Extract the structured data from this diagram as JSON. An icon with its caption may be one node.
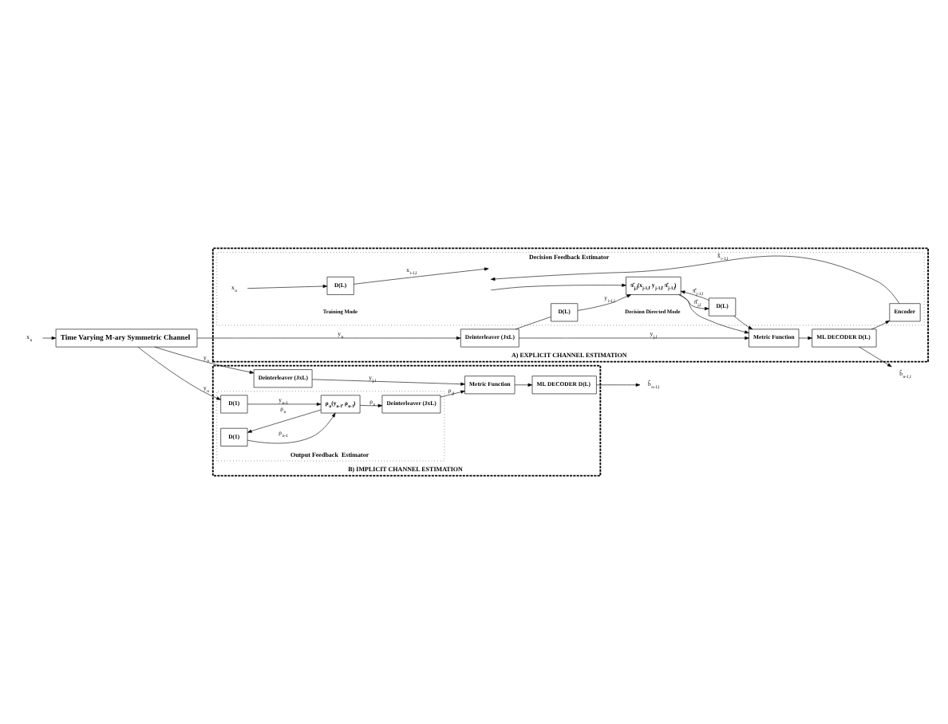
{
  "diagram": {
    "nodes": [
      {
        "text": [
          "A) EXPLICIT CHANNEL ESTIMATION"
        ]
      },
      {
        "text": [
          "Decision Feedback Estimator"
        ],
        "in": 0
      },
      {
        "text": [
          "x$_{n}$"
        ],
        "in": 1
      },
      {
        "text": [
          "D(L)"
        ],
        "in": 1
      },
      {
        "text": [
          "π̂$_{j,l}$(x$_{j-1,l}$, y$_{j-1,l}$, π̂$_{j-1,l}$)"
        ],
        "in": 1
      },
      {
        "text": [
          "Encoder"
        ],
        "in": 1
      },
      {
        "text": [
          "D(L)"
        ],
        "in": 1
      },
      {
        "text": [
          "D(L)"
        ],
        "in": 1
      },
      {
        "text": [
          "Deinterleaver (JxL)"
        ],
        "in": 0
      },
      {
        "text": [
          "Metric Function"
        ],
        "in": 0
      },
      {
        "text": [
          "ML DECODER D(L)"
        ],
        "in": 0
      },
      {
        "text": [
          "Time Varying M-ary Symmetric Channel"
        ]
      },
      {
        "text": [
          "B) IMPLICIT CHANNEL ESTIMATION"
        ]
      },
      {
        "text": [
          "Deinterleaver (JxL)"
        ],
        "in": 12
      },
      {
        "text": [
          "Metric Function"
        ],
        "in": 12
      },
      {
        "text": [
          "ML DECODER D(L)"
        ],
        "in": 12
      },
      {
        "text": [
          "Output Feedback  Estimator"
        ],
        "in": 12
      },
      {
        "text": [
          "D(1)"
        ],
        "in": 16
      },
      {
        "text": [
          "D(1)"
        ],
        "in": 16
      },
      {
        "text": [
          "ρ$_{n}$(y$_{n-1}$, ρ$_{n-1}$)"
        ],
        "in": 16
      },
      {
        "text": [
          "Deinterleaver (JxL)"
        ],
        "in": 16
      },
      {
        "text": [
          "x$_{n}$"
        ]
      },
      {
        "text": [
          "b̂$_{n-1,l}$"
        ]
      },
      {
        "text": [
          "b̂$_{n-1,l}$"
        ]
      }
    ],
    "edges": [
      {
        "from": 21,
        "to": 11,
        "arrow": "to"
      },
      {
        "from": 11,
        "to": 8,
        "arrow": "to",
        "label": "y$_{n}$"
      },
      {
        "from": 2,
        "to": 3,
        "arrow": "to"
      },
      {
        "from": 3,
        "to": null,
        "arrow": "to",
        "label": "x$_{i-1,l}$"
      },
      {
        "from": 5,
        "to": null,
        "arrow": "to",
        "label": "x̂$_{i-1,l}$"
      },
      {
        "from": null,
        "to": 4,
        "arrow": "to"
      },
      {
        "from": 8,
        "to": 9,
        "arrow": "to",
        "label": "y$_{j,l}$"
      },
      {
        "from": 8,
        "to": 6,
        "arrow": "none"
      },
      {
        "from": 6,
        "to": 4,
        "arrow": "to",
        "label": "y$_{i-1,l}$"
      },
      {
        "from": 7,
        "to": 4,
        "arrow": "to",
        "label": "π̂$_{j-1,l}$"
      },
      {
        "from": 4,
        "to": 7,
        "arrow": "to",
        "label": "π̂$_{j,l}$"
      },
      {
        "from": 4,
        "to": 9,
        "arrow": "to"
      },
      {
        "from": 7,
        "to": 9,
        "arrow": "to"
      },
      {
        "from": 9,
        "to": 10,
        "arrow": "to"
      },
      {
        "from": 10,
        "to": 22,
        "arrow": "to"
      },
      {
        "from": 10,
        "to": 5,
        "arrow": "to"
      },
      {
        "from": 11,
        "to": 13,
        "arrow": "to",
        "label": "y$_{n}$"
      },
      {
        "from": 13,
        "to": 14,
        "arrow": "to",
        "label": "y$_{j,l}$"
      },
      {
        "from": 14,
        "to": 15,
        "arrow": "to"
      },
      {
        "from": 15,
        "to": 23,
        "arrow": "to"
      },
      {
        "from": 11,
        "to": 17,
        "arrow": "to",
        "label": "y$_{n}$"
      },
      {
        "from": 17,
        "to": 19,
        "arrow": "to",
        "label": "y$_{n-1}$"
      },
      {
        "from": 18,
        "to": 19,
        "arrow": "to",
        "label": "ρ$_{n-1}$"
      },
      {
        "from": 19,
        "to": 18,
        "arrow": "to",
        "label": "ρ$_{n}$"
      },
      {
        "from": 19,
        "to": 20,
        "arrow": "to",
        "label": "ρ$_{n}$"
      },
      {
        "from": 20,
        "to": 14,
        "arrow": "to",
        "label": "ρ$_{jl}$"
      }
    ],
    "labels": [
      "Training Mode",
      "Decision Directed Mode"
    ]
  }
}
